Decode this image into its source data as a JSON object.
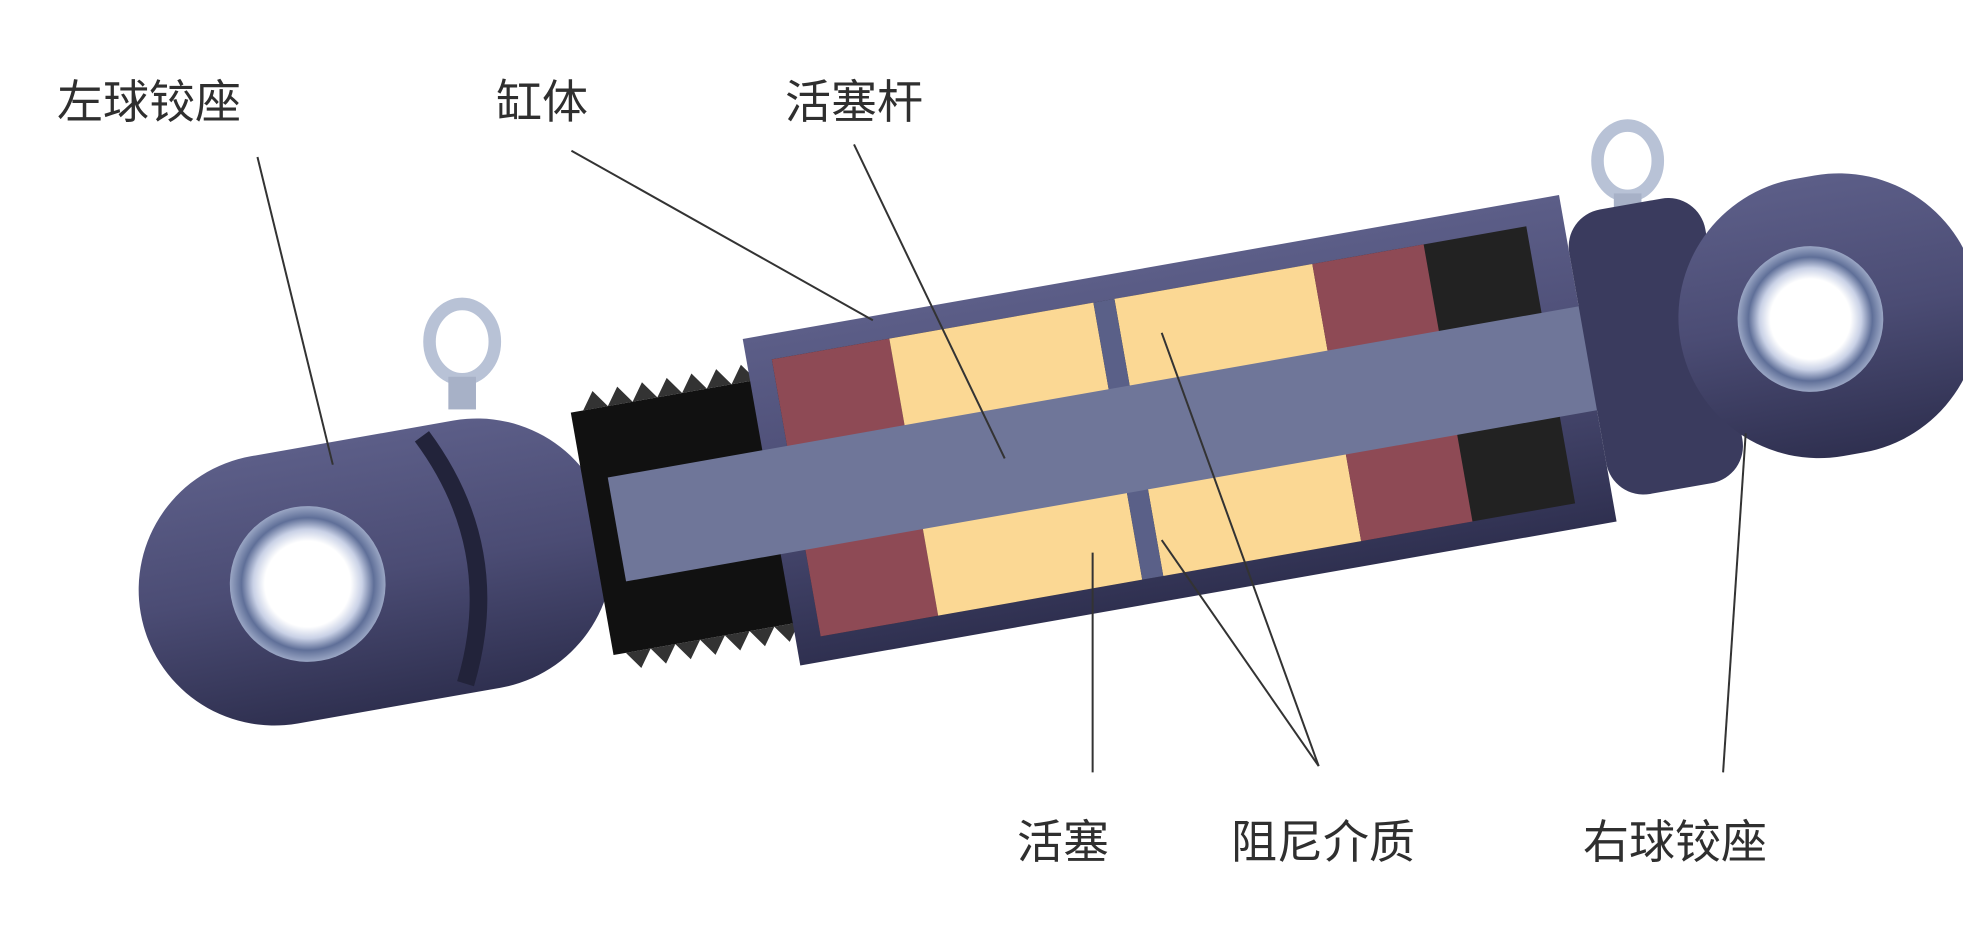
{
  "labels": {
    "left_ball_joint_seat": "左球铰座",
    "cylinder_body": "缸体",
    "piston_rod": "活塞杆",
    "piston": "活塞",
    "damping_medium": "阻尼介质",
    "right_ball_joint_seat": "右球铰座"
  },
  "colors": {
    "housing": "#4b4c74",
    "rod": "#6f7699",
    "seal": "#8e4a55",
    "medium": "#fbd894",
    "thread": "#111111"
  }
}
